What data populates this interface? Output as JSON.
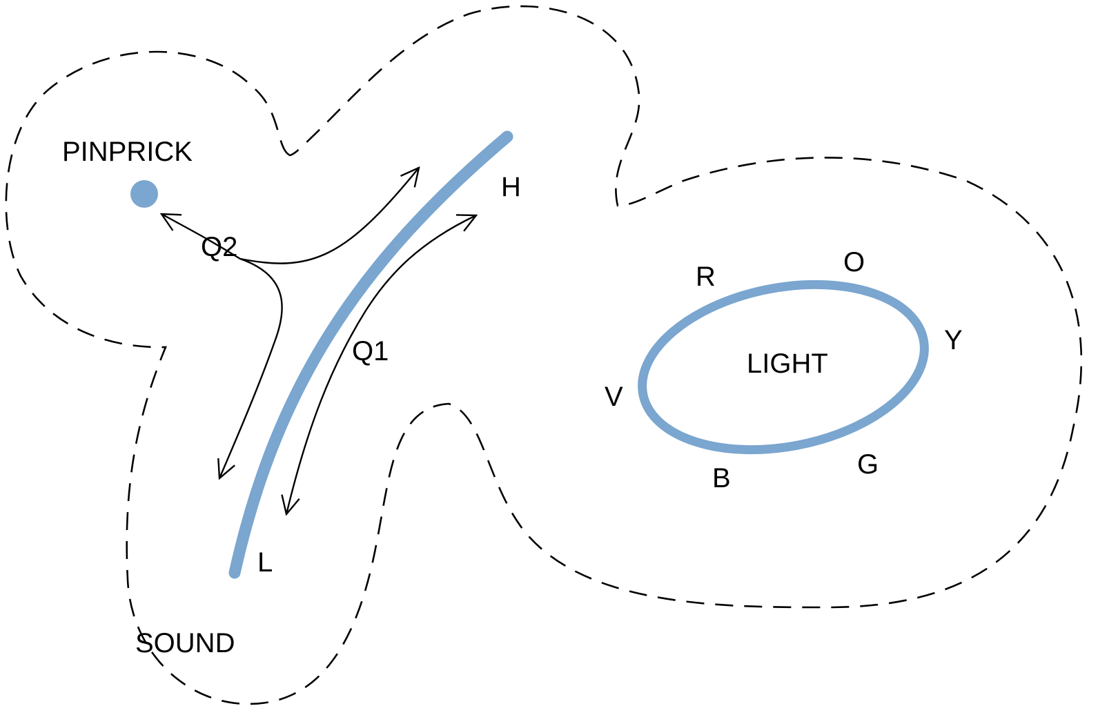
{
  "colors": {
    "accent": "#7AA6CF",
    "line": "#000000",
    "background": "#ffffff"
  },
  "labels": {
    "pinprick": "PINPRICK",
    "sound": "SOUND",
    "light": "LIGHT",
    "high": "H",
    "low": "L",
    "q1": "Q1",
    "q2": "Q2",
    "red": "R",
    "orange": "O",
    "yellow": "Y",
    "green": "G",
    "blue": "B",
    "violet": "V"
  }
}
